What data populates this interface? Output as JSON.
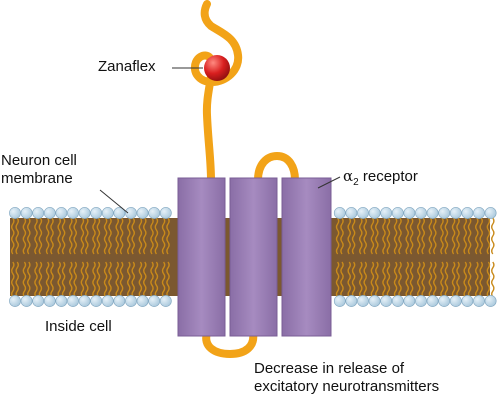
{
  "labels": {
    "drug": "Zanaflex",
    "membrane_line1": "Neuron cell",
    "membrane_line2": "membrane",
    "receptor_prefix": "α",
    "receptor_subscript": "2",
    "receptor_suffix": " receptor",
    "inside": "Inside cell",
    "effect_line1": "Decrease in release of",
    "effect_line2": "excitatory neurotransmitters"
  },
  "colors": {
    "lipid_head": "#a9c8dc",
    "lipid_tail": "#c98a1a",
    "membrane_core": "#7b5830",
    "receptor": "#9b7fb4",
    "receptor_edge": "#7a5d96",
    "chain": "#f2a318",
    "drug": "#d91f1f"
  },
  "receptor_subunits": 3
}
